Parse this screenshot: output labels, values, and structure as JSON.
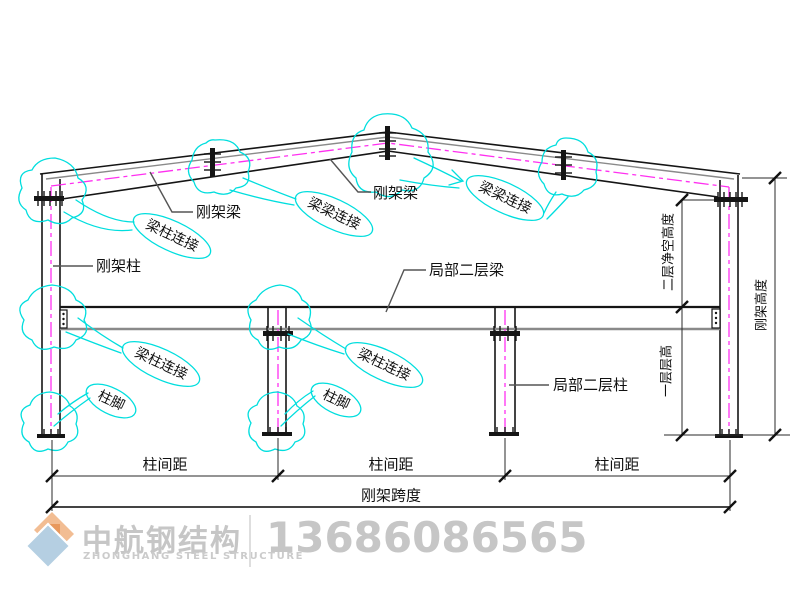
{
  "colors": {
    "ink": "#151515",
    "grayline": "#8a8a8a",
    "centerline": "#ff30f0",
    "cloud": "#00dede",
    "leader": "#555555",
    "graytext": "#c6c6c6",
    "logo_orange": "#f2bd93",
    "logo_orange_dark": "#e8995e",
    "logo_blue": "#b5cfe2"
  },
  "callouts": {
    "frame_beam_left": "刚架梁",
    "frame_beam_right": "刚架梁",
    "frame_column": "刚架柱",
    "mezzanine_beam": "局部二层梁",
    "mezzanine_column": "局部二层柱"
  },
  "cloud_callouts": {
    "eave_connection": "梁柱连接",
    "splice_left": "梁梁连接",
    "splice_right": "梁梁连接",
    "floor_connection_left": "梁柱连接",
    "floor_connection_middle": "梁柱连接",
    "base_left": "柱脚",
    "base_middle": "柱脚"
  },
  "dimensions": {
    "bay_spacings": [
      "柱间距",
      "柱间距",
      "柱间距"
    ],
    "frame_span": "刚架跨度",
    "second_floor_clearance": "二层净空高度",
    "first_floor_height": "一层层高",
    "frame_height": "刚架高度"
  },
  "footer": {
    "company_cn": "中航钢结构",
    "company_en": "ZHONGHANG STEEL STRUCTURE",
    "phone": "13686086565"
  }
}
